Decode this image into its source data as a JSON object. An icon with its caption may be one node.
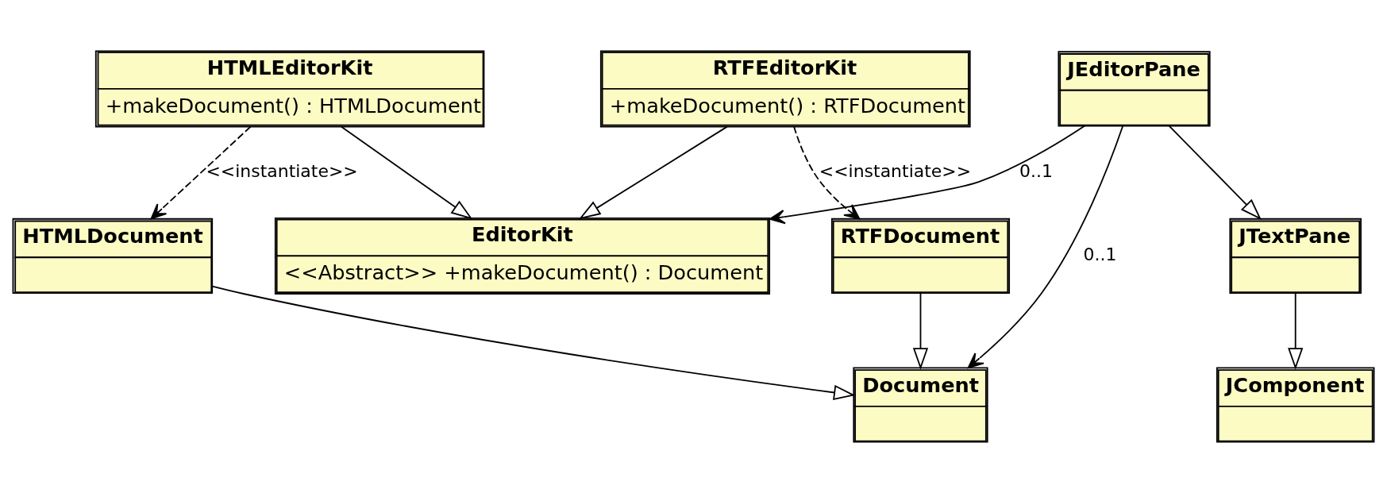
{
  "diagram": {
    "nodes": [
      {
        "text": [
          "HTMLEditorKit",
          "+makeDocument() : HTMLDocument"
        ]
      },
      {
        "text": [
          "HTMLDocument"
        ]
      },
      {
        "text": [
          "JEditorPane"
        ]
      },
      {
        "text": [
          "RTFEditorKit",
          "+makeDocument() : RTFDocument"
        ]
      },
      {
        "text": [
          "RTFDocument"
        ]
      },
      {
        "text": [
          "JTextPane"
        ]
      },
      {
        "text": [
          "Document"
        ]
      },
      {
        "text": [
          "EditorKit",
          "<<Abstract>> +makeDocument() : Document"
        ]
      },
      {
        "text": [
          "JComponent"
        ]
      }
    ],
    "edges": [
      {
        "from": 0,
        "to": 1,
        "arrow": "to",
        "label": "<<instantiate>>",
        "style": "dashed"
      },
      {
        "from": 3,
        "to": 4,
        "arrow": "to",
        "label": "<<instantiate>>",
        "style": "dashed"
      },
      {
        "from": 0,
        "to": 7,
        "arrow": "to"
      },
      {
        "from": 3,
        "to": 7,
        "arrow": "to"
      },
      {
        "from": 4,
        "to": 6,
        "arrow": "to"
      },
      {
        "from": 1,
        "to": 6,
        "arrow": "to"
      },
      {
        "from": 2,
        "to": 5,
        "arrow": "to"
      },
      {
        "from": 5,
        "to": 8,
        "arrow": "to"
      },
      {
        "from": 2,
        "to": 6,
        "arrow": "to",
        "label": "0..1"
      },
      {
        "from": 2,
        "to": 7,
        "arrow": "to",
        "label": "0..1"
      }
    ]
  }
}
